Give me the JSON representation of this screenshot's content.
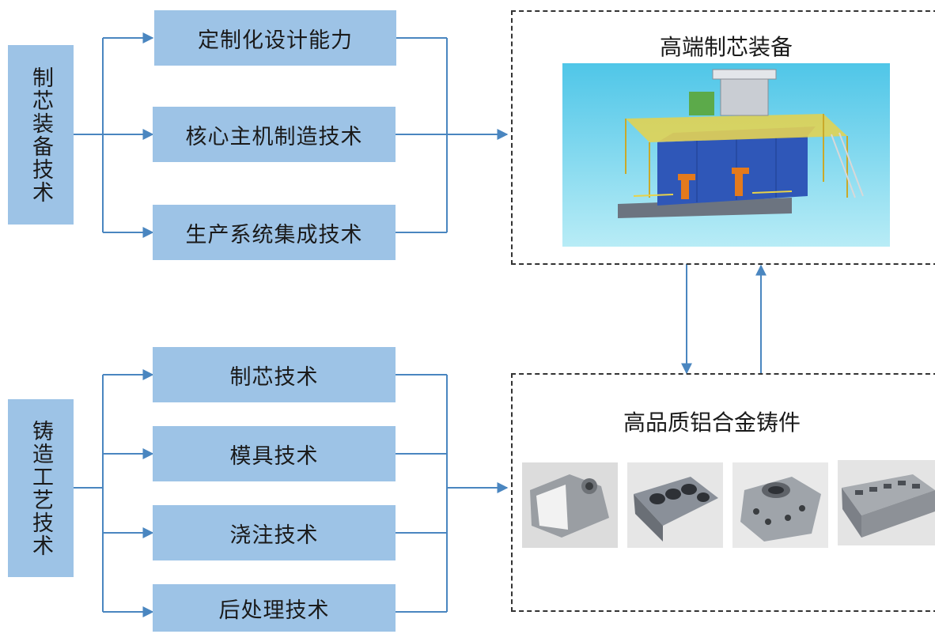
{
  "group1": {
    "label": "制芯装备技术",
    "items": [
      "定制化设计能力",
      "核心主机制造技术",
      "生产系统集成技术"
    ]
  },
  "group2": {
    "label": "铸造工艺技术",
    "items": [
      "制芯技术",
      "模具技术",
      "浇注技术",
      "后处理技术"
    ]
  },
  "target1": {
    "title": "高端制芯装备"
  },
  "target2": {
    "title": "高品质铝合金铸件"
  },
  "colors": {
    "box": "#9dc3e6",
    "line": "#4a86c0"
  }
}
